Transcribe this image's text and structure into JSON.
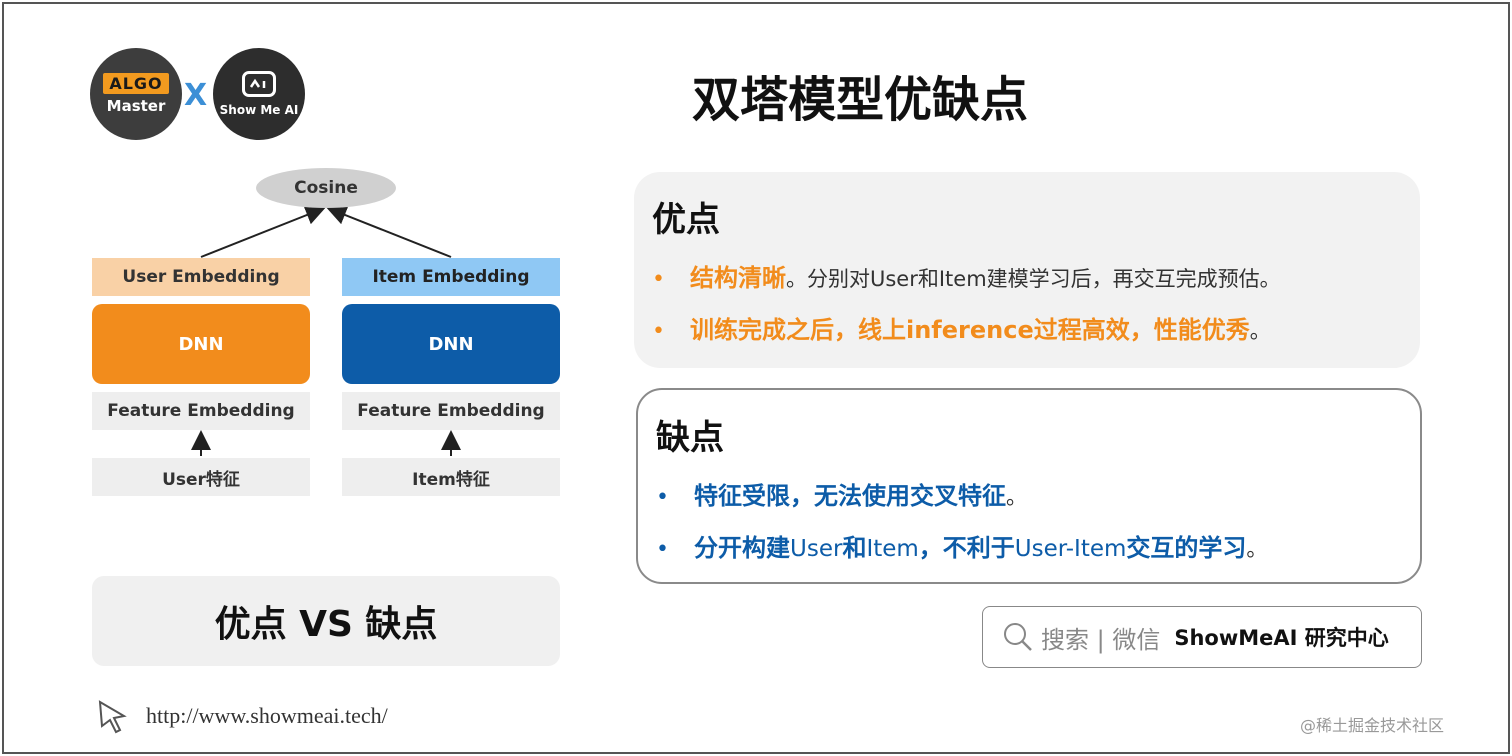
{
  "logos": {
    "algo_tag": "ALGO",
    "algo_sub": "Master",
    "x_mark": "X",
    "showme_screen": "^_I",
    "showme_sub": "Show Me AI"
  },
  "title": "双塔模型优缺点",
  "diagram": {
    "cosine": "Cosine",
    "user_embedding": "User Embedding",
    "item_embedding": "Item Embedding",
    "dnn_user": "DNN",
    "dnn_item": "DNN",
    "feature_embedding_user": "Feature Embedding",
    "feature_embedding_item": "Feature Embedding",
    "user_feature": "User特征",
    "item_feature": "Item特征"
  },
  "vs_label": "优点 VS 缺点",
  "url": "http://www.showmeai.tech/",
  "pros": {
    "heading": "优点",
    "bullet": "•",
    "line1_highlight": "结构清晰",
    "line1_rest": "。分别对User和Item建模学习后，再交互完成预估。",
    "line2_highlight": "训练完成之后，线上inference过程高效，性能优秀",
    "line2_rest": "。"
  },
  "cons": {
    "heading": "缺点",
    "bullet": "•",
    "line1_highlight": "特征受限，无法使用交叉特征",
    "line1_rest": "。",
    "line2_p1": "分开构建",
    "line2_p2": "User",
    "line2_p3": "和",
    "line2_p4": "Item",
    "line2_p5": "，不利于",
    "line2_p6": "User-Item",
    "line2_p7": "交互的学习",
    "line2_rest": "。"
  },
  "search_box": {
    "text": "搜索 | 微信",
    "brand": "ShowMeAI 研究中心"
  },
  "watermark": "@稀土掘金技术社区",
  "colors": {
    "orange": "#f28c1c",
    "blue": "#0d5ca8",
    "light_orange": "#f9d1a6",
    "light_blue": "#8fc8f4"
  }
}
